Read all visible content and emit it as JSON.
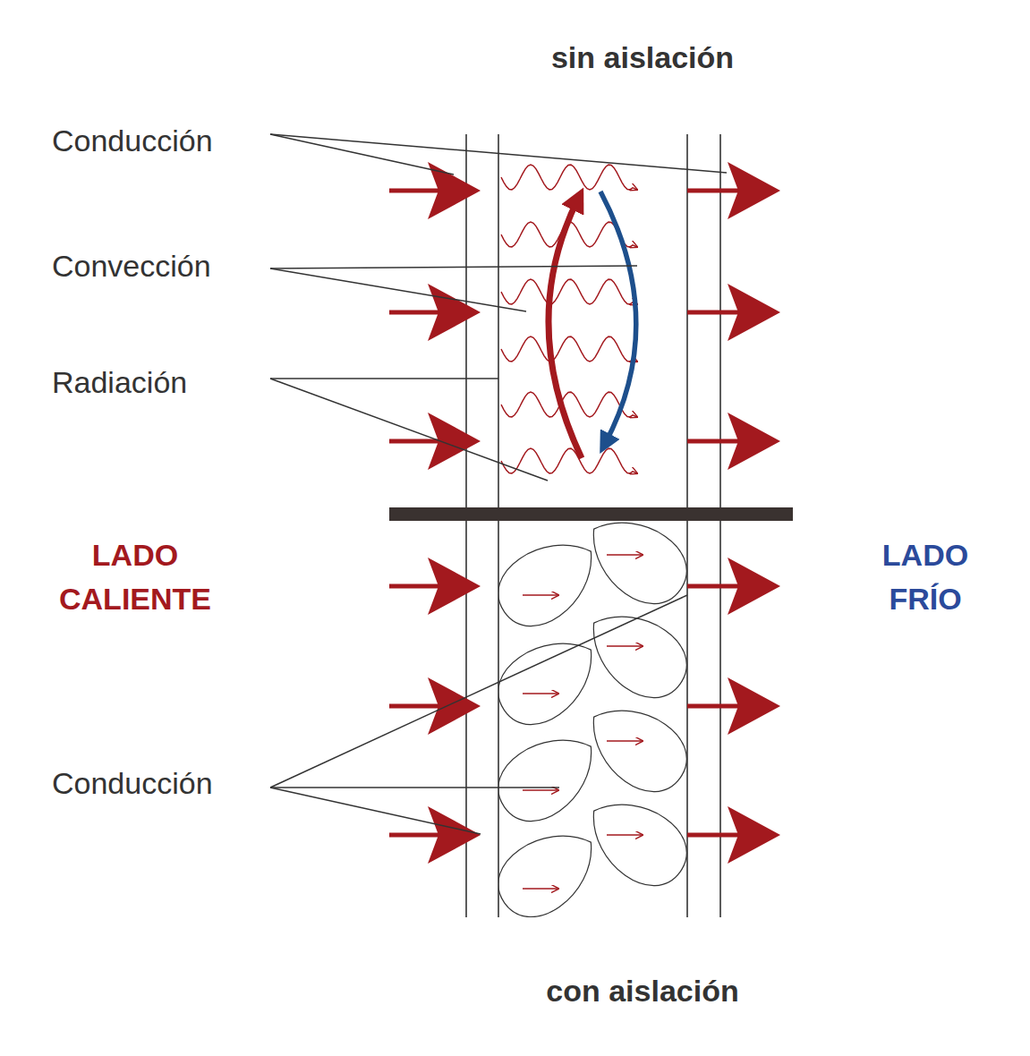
{
  "diagram": {
    "labels": [
      "sin aislación",
      "Conducción",
      "Convección",
      "Radiación",
      "LADO CALIENTE",
      "LADO FRÍO",
      "Conducción",
      "con aislación"
    ]
  }
}
